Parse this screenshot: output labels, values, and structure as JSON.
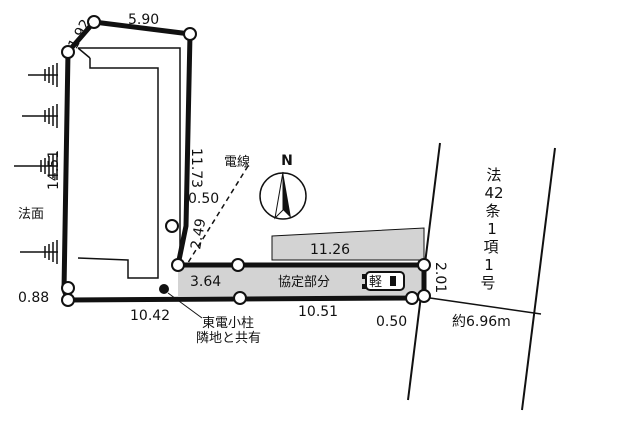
{
  "site": {
    "dim_top": "5.90",
    "dim_top_left_corner": "1.92",
    "dim_left": "14.51",
    "dim_right_upper": "11.73",
    "dim_small_jog": "0.50",
    "dim_flag_left": "2.49",
    "dim_bottom_left_corner": "0.88",
    "dim_bottom_left": "10.42",
    "dim_passage_top_inner": "3.64",
    "dim_passage_bottom": "10.51",
    "dim_end_right": "2.01",
    "dim_end_bottom": "0.50",
    "dim_grey_area": "11.26"
  },
  "labels": {
    "slope": "法面",
    "power_line": "電線",
    "agreement_area": "協定部分",
    "kei_car": "軽",
    "pole_line1": "東電小柱",
    "pole_line2": "隣地と共有",
    "north": "N",
    "road_line1": "法",
    "road_line2": "42",
    "road_line3": "条",
    "road_line4": "1",
    "road_line5": "項",
    "road_line6": "1",
    "road_line7": "号",
    "road_width": "約6.96m"
  }
}
